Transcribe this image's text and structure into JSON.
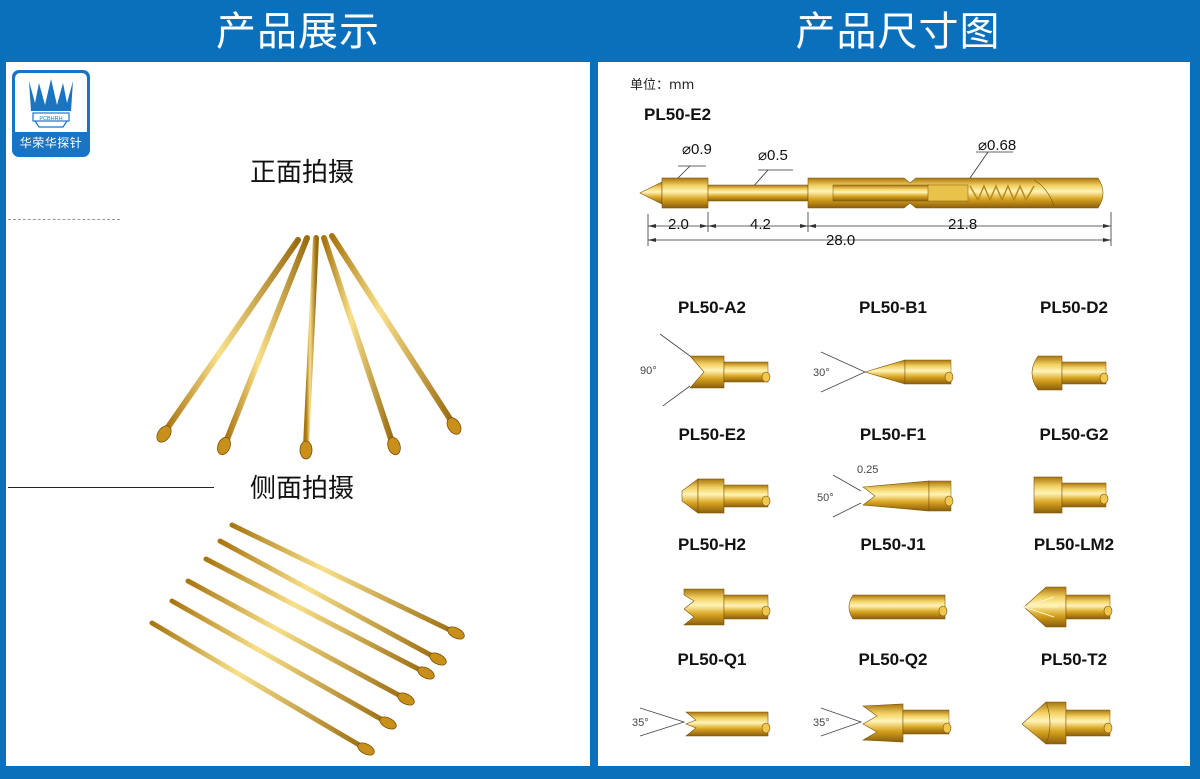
{
  "headers": {
    "left": "产品展示",
    "right": "产品尺寸图"
  },
  "logo": {
    "brand_mark": "PCBHRH",
    "name": "华荣华探针"
  },
  "product_display": {
    "front_label": "正面拍摄",
    "side_label": "侧面拍摄",
    "front_probe_count": 5,
    "side_probe_count": 6
  },
  "dimension_drawing": {
    "unit_label": "单位：mm",
    "main_model": "PL50-E2",
    "diameters": {
      "tip": "⌀0.9",
      "plunger": "⌀0.5",
      "barrel": "⌀0.68"
    },
    "lengths": {
      "tip": "2.0",
      "plunger": "4.2",
      "barrel": "21.8",
      "total": "28.0"
    },
    "tip_styles": [
      {
        "model": "PL50-A2",
        "shape": "concave-90",
        "angle": "90°"
      },
      {
        "model": "PL50-B1",
        "shape": "point-30",
        "angle": "30°"
      },
      {
        "model": "PL50-D2",
        "shape": "round"
      },
      {
        "model": "PL50-E2",
        "shape": "cone"
      },
      {
        "model": "PL50-F1",
        "shape": "fork-50",
        "angle": "50°",
        "gap": "0.25"
      },
      {
        "model": "PL50-G2",
        "shape": "flat"
      },
      {
        "model": "PL50-H2",
        "shape": "crown"
      },
      {
        "model": "PL50-J1",
        "shape": "rounded-rod"
      },
      {
        "model": "PL50-LM2",
        "shape": "star"
      },
      {
        "model": "PL50-Q1",
        "shape": "fork-35",
        "angle": "35°"
      },
      {
        "model": "PL50-Q2",
        "shape": "fork-35-head",
        "angle": "35°"
      },
      {
        "model": "PL50-T2",
        "shape": "chisel"
      }
    ]
  },
  "colors": {
    "frame_blue": "#0a70bb",
    "gold": "#d9a520",
    "gold_light": "#f6dc78",
    "gold_dark": "#9a6c10"
  }
}
